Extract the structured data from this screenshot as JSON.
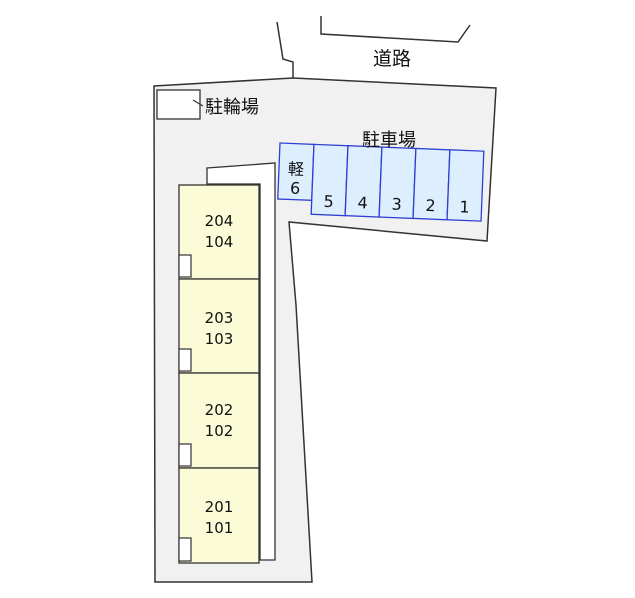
{
  "map": {
    "road_label": "道路",
    "bicycle_parking_label": "駐輪場",
    "parking_label": "駐車場",
    "parking_spaces": [
      {
        "label": "軽",
        "label2": "6"
      },
      {
        "label": "5"
      },
      {
        "label": "4"
      },
      {
        "label": "3"
      },
      {
        "label": "2"
      },
      {
        "label": "1"
      }
    ],
    "units": [
      {
        "upper": "204",
        "lower": "104"
      },
      {
        "upper": "203",
        "lower": "103"
      },
      {
        "upper": "202",
        "lower": "102"
      },
      {
        "upper": "201",
        "lower": "101"
      }
    ]
  },
  "colors": {
    "lot_fill": "#f1f1f2",
    "unit_fill": "#fbfbd8",
    "parking_fill": "#ddeefe",
    "parking_stroke": "#2e3fd0",
    "outline": "#333333"
  }
}
